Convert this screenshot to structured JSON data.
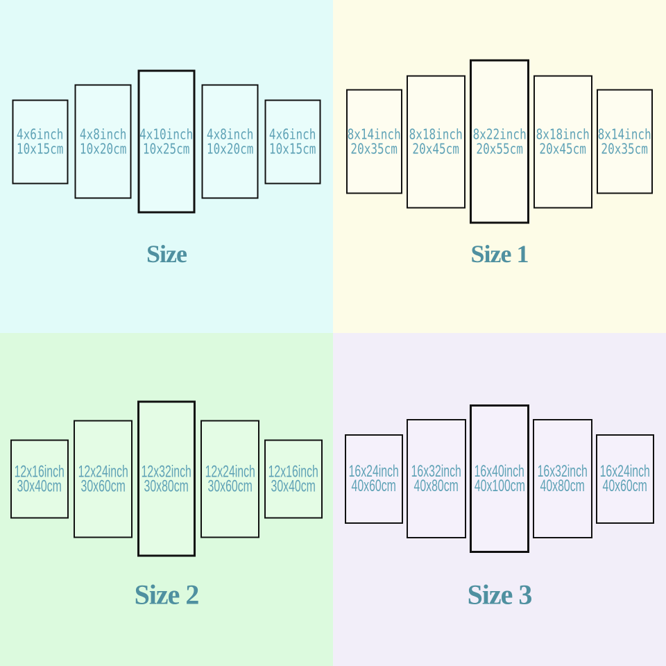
{
  "colors": {
    "panel_border": "#111111",
    "panel_text": "#5fa2b6",
    "title_text": "#4f90a0",
    "bg_top_left": "#e1fbf9",
    "bg_top_right": "#fdfce7",
    "bg_bottom_left": "#dcfade",
    "bg_bottom_right": "#f2eef9"
  },
  "quadrants": [
    {
      "title": "Size",
      "bg": "#e1fbf9",
      "panel_bg": "#e9fdfb",
      "panels": [
        {
          "inch": "4x6inch",
          "cm": "10x15cm"
        },
        {
          "inch": "4x8inch",
          "cm": "10x20cm"
        },
        {
          "inch": "4x10inch",
          "cm": "10x25cm"
        },
        {
          "inch": "4x8inch",
          "cm": "10x20cm"
        },
        {
          "inch": "4x6inch",
          "cm": "10x15cm"
        }
      ]
    },
    {
      "title": "Size 1",
      "bg": "#fdfce7",
      "panel_bg": "#fefdf0",
      "panels": [
        {
          "inch": "8x14inch",
          "cm": "20x35cm"
        },
        {
          "inch": "8x18inch",
          "cm": "20x45cm"
        },
        {
          "inch": "8x22inch",
          "cm": "20x55cm"
        },
        {
          "inch": "8x18inch",
          "cm": "20x45cm"
        },
        {
          "inch": "8x14inch",
          "cm": "20x35cm"
        }
      ]
    },
    {
      "title": "Size 2",
      "bg": "#dcfade",
      "panel_bg": "#e4fce5",
      "panels": [
        {
          "inch": "12x16inch",
          "cm": "30x40cm"
        },
        {
          "inch": "12x24inch",
          "cm": "30x60cm"
        },
        {
          "inch": "12x32inch",
          "cm": "30x80cm"
        },
        {
          "inch": "12x24inch",
          "cm": "30x60cm"
        },
        {
          "inch": "12x16inch",
          "cm": "30x40cm"
        }
      ]
    },
    {
      "title": "Size 3",
      "bg": "#f2eef9",
      "panel_bg": "#f5f1fb",
      "panels": [
        {
          "inch": "16x24inch",
          "cm": "40x60cm"
        },
        {
          "inch": "16x32inch",
          "cm": "40x80cm"
        },
        {
          "inch": "16x40inch",
          "cm": "40x100cm"
        },
        {
          "inch": "16x32inch",
          "cm": "40x80cm"
        },
        {
          "inch": "16x24inch",
          "cm": "40x60cm"
        }
      ]
    }
  ]
}
